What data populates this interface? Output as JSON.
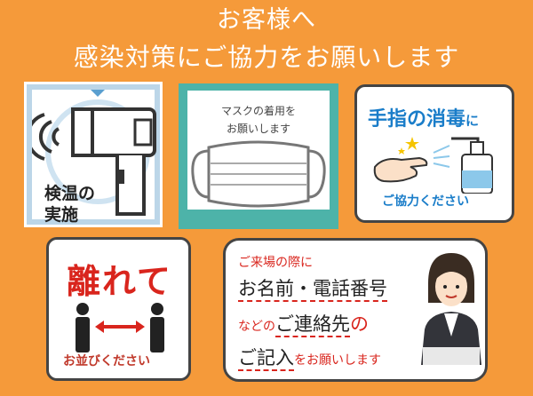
{
  "header": {
    "line1": "お客様へ",
    "line2": "感染対策にご協力をお願いします"
  },
  "card_temp": {
    "label1": "検温の",
    "label2": "実施"
  },
  "card_mask": {
    "line1": "マスクの着用を",
    "line2": "お願いします"
  },
  "card_sanitize": {
    "head_main": "手指の消毒",
    "head_suffix": "に",
    "footer": "ご協力ください"
  },
  "card_distance": {
    "head": "離れて",
    "footer": "お並びください"
  },
  "card_contact": {
    "line1": "ご来場の際に",
    "line2": "お名前・電話番号",
    "line3_a": "などの",
    "line3_b": "ご連絡先",
    "line3_c": "の",
    "line4_a": "ご記入",
    "line4_b": "をお願いします"
  },
  "colors": {
    "background": "#f59a3a",
    "accent_red": "#d9251d",
    "accent_blue": "#1a7dc9",
    "mask_teal": "#4db3a9"
  }
}
